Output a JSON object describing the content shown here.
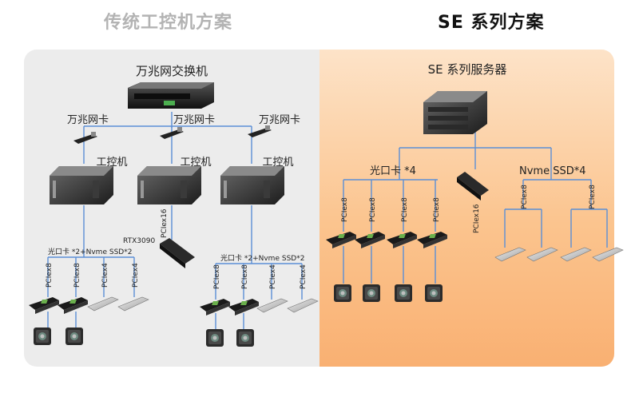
{
  "titles": {
    "left": "传统工控机方案",
    "right": "SE 系列方案"
  },
  "left": {
    "switch_label": "万兆网交换机",
    "nic_label": "万兆网卡",
    "ipc_label": "工控机",
    "gpu_label": "RTX3090",
    "gpu_slot": "PCIex16",
    "config_label": "光口卡 *2+Nvme SSD*2",
    "slot_x8": "PCIex8",
    "slot_x4": "PCIex4"
  },
  "right": {
    "server_label": "SE 系列服务器",
    "fiber_label": "光口卡 *4",
    "ssd_label": "Nvme SSD*4",
    "slot_x8": "PCIex8",
    "slot_x16": "PCIex16"
  },
  "colors": {
    "line": "#5b8fd6",
    "left_panel": "#ececec",
    "right_panel_top": "#fde3c8",
    "right_panel_bottom": "#f9b072"
  }
}
